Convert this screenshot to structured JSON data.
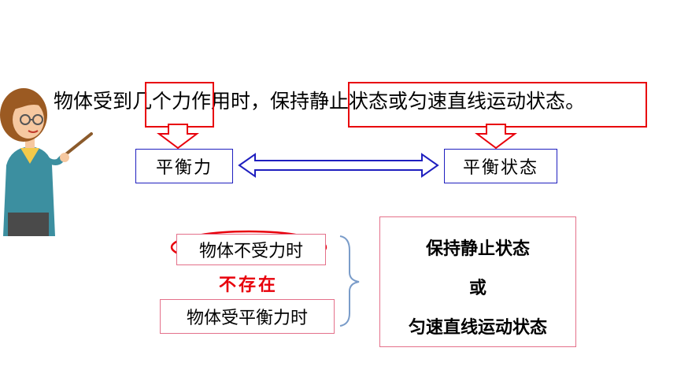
{
  "statement": {
    "part1": "物体受到",
    "part2": "几个力",
    "part3": "作用时，保持",
    "part4": "静止状态或匀速直线运动状态",
    "part5": "。"
  },
  "concepts": {
    "left_label": "平衡力",
    "right_label": "平衡状态"
  },
  "cases": {
    "case1": "物体不受力时",
    "case1_note": "不存在",
    "case2": "物体受平衡力时"
  },
  "result": {
    "line1": "保持静止状态",
    "line2": "或",
    "line3": "匀速直线运动状态"
  },
  "colors": {
    "highlight_red": "#e8000b",
    "arrow_blue": "#1f1fbf",
    "box_pink": "#e4708a"
  }
}
